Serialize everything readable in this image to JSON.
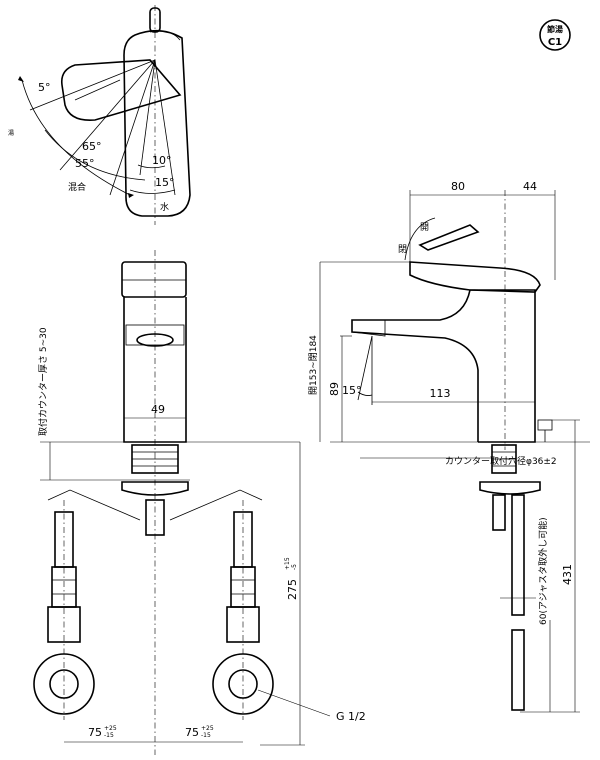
{
  "badge": {
    "line1": "節湯",
    "line2": "C1"
  },
  "angles": {
    "a5": "5°",
    "a65": "65°",
    "a55": "55°",
    "a10": "10°",
    "a15": "15°",
    "spout15": "15°"
  },
  "lever_labels": {
    "mix": "混合",
    "hot": "湯",
    "water": "水",
    "open": "開",
    "close": "閉"
  },
  "dims": {
    "top_80": "80",
    "top_44": "44",
    "width_49": "49",
    "height_89": "89",
    "reach_113": "113",
    "full_height": "開153~閉184",
    "counter_thickness": "取付カウンター厚さ 5~30",
    "counter_hole": "カウンター取付穴径φ36±2",
    "hose_275": "275",
    "hose_275_tol_up": "+15",
    "hose_275_tol_dn": "-5",
    "rod_431": "431",
    "adjust_60": "60(アジャスタ取外し可能)",
    "pitch_left": "75",
    "pitch_right": "75",
    "pitch_tol_up": "+25",
    "pitch_tol_dn": "-15",
    "thread": "G 1/2"
  }
}
